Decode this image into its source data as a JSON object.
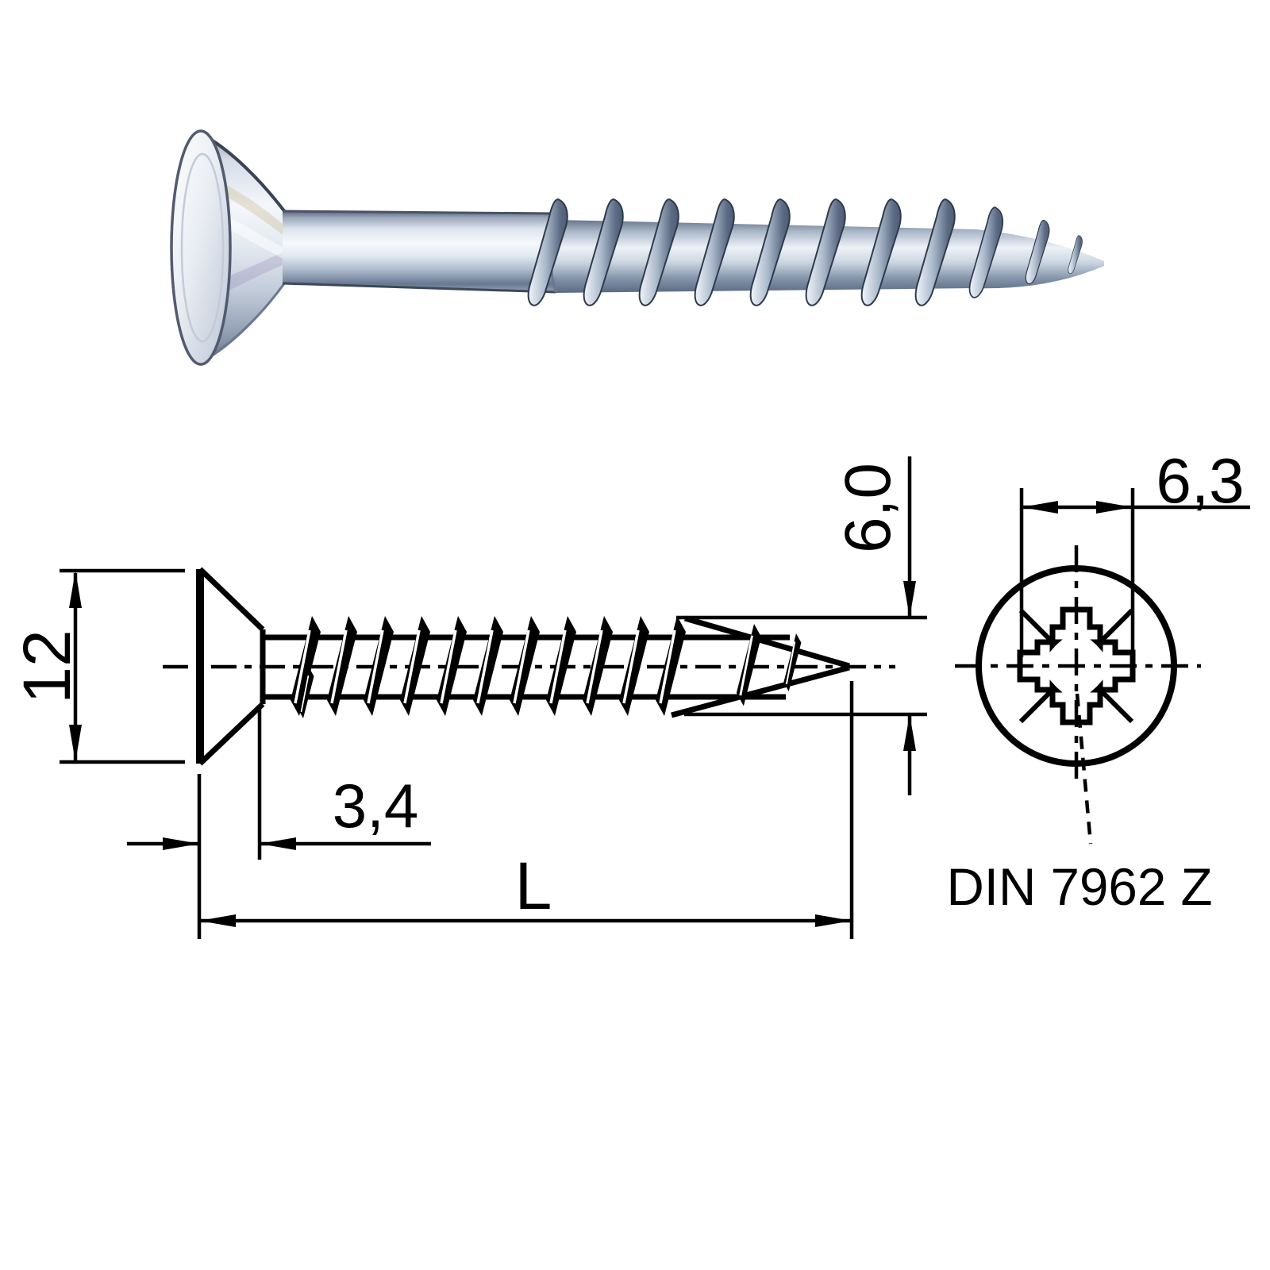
{
  "drawing": {
    "labels": {
      "head_diameter": "12",
      "head_height": "3,4",
      "length": "L",
      "thread_outer_diameter": "6,0",
      "recess_width": "6,3",
      "standard": "DIN 7962 Z"
    },
    "line_color": "#000000",
    "background_color": "#ffffff"
  },
  "photo": {
    "subject": "countersunk-chipboard-screw",
    "colors": {
      "steel_light": "#f4f7fb",
      "steel_mid": "#aebccd",
      "steel_dark": "#4d5b72",
      "edge_dark": "#3a4254",
      "iridescent_gold": "#b99f5c",
      "iridescent_violet": "#8c78ae"
    }
  }
}
